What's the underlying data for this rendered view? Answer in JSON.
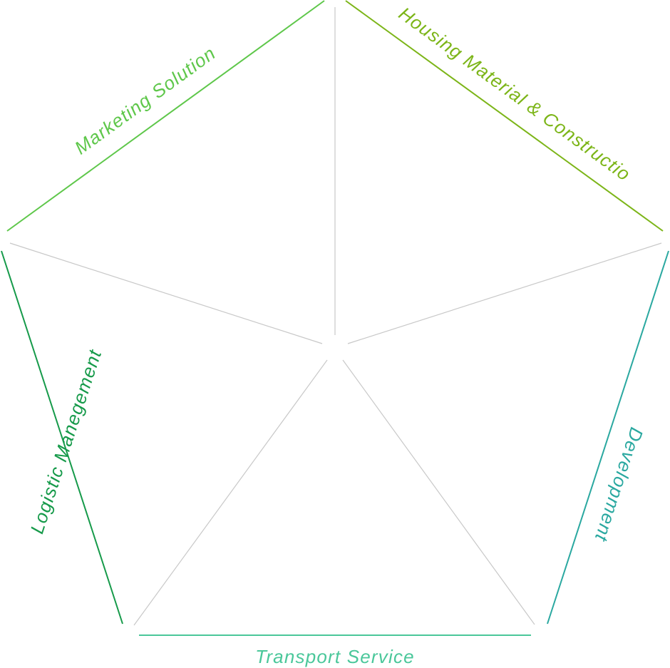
{
  "segments": [
    {
      "id": "marketing",
      "label": "Marketing Solution",
      "color": "#5ec74a"
    },
    {
      "id": "housing",
      "label": "Housing Material & Constructio",
      "color": "#7cb518"
    },
    {
      "id": "development",
      "label": "Development",
      "color": "#2aa8a0"
    },
    {
      "id": "transport",
      "label": "Transport Service",
      "color": "#4ac79a"
    },
    {
      "id": "logistic",
      "label": "Logistic Manegement",
      "color": "#169a4a"
    }
  ],
  "spoke_color": "#c8c8c8"
}
